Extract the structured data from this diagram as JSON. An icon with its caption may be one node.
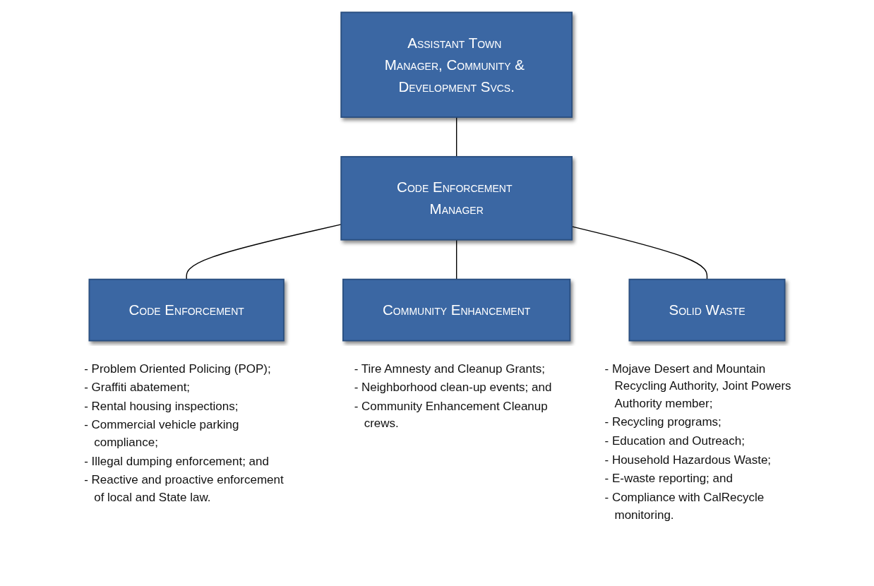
{
  "diagram": {
    "nodes": [
      {
        "text": [
          "Assistant Town Manager, Community & Development Svcs."
        ]
      },
      {
        "text": [
          "Code Enforcement Manager"
        ]
      },
      {
        "text": [
          "Code Enforcement"
        ],
        "beside": [
          "- Problem Oriented Policing (POP);",
          "- Graffiti abatement;",
          "- Rental housing inspections;",
          "- Commercial vehicle parking compliance;",
          "- Illegal dumping enforcement; and",
          "- Reactive and proactive enforcement of local and State law."
        ]
      },
      {
        "text": [
          "Community Enhancement"
        ],
        "beside": [
          "- Tire Amnesty and Cleanup Grants;",
          "- Neighborhood clean-up events; and",
          "- Community Enhancement Cleanup crews."
        ]
      },
      {
        "text": [
          "Solid Waste"
        ],
        "beside": [
          "- Mojave Desert and Mountain Recycling Authority, Joint Powers Authority member;",
          "- Recycling programs;",
          "- Education and Outreach;",
          "- Household Hazardous Waste;",
          "- E-waste reporting; and",
          "- Compliance with CalRecycle monitoring."
        ]
      }
    ],
    "edges": [
      {
        "from": 0,
        "to": 1,
        "arrow": "none"
      },
      {
        "from": 1,
        "to": 2,
        "arrow": "none"
      },
      {
        "from": 1,
        "to": 3,
        "arrow": "none"
      },
      {
        "from": 1,
        "to": 4,
        "arrow": "none"
      }
    ]
  }
}
